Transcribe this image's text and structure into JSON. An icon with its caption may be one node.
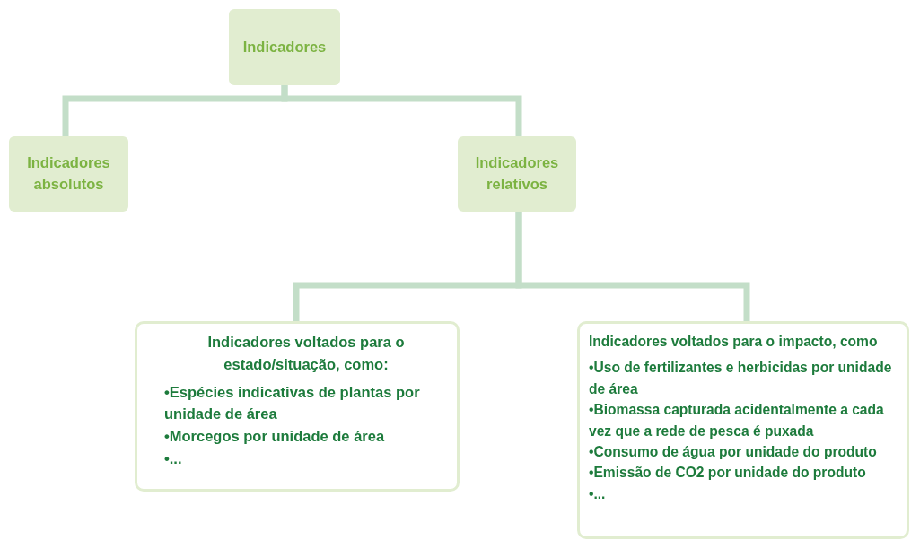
{
  "diagram": {
    "nodes": [
      {
        "text": [
          "Indicadores"
        ]
      },
      {
        "text": [
          "Indicadores absolutos"
        ]
      },
      {
        "text": [
          "Indicadores relativos"
        ]
      },
      {
        "text": [
          "Indicadores voltados para o estado/situação, como:",
          "•Espécies indicativas de plantas por unidade de área",
          "•Morcegos por unidade de área",
          "•..."
        ]
      },
      {
        "text": [
          "Indicadores voltados para o impacto, como",
          "•Uso de fertilizantes e herbicidas por unidade de área",
          "•Biomassa capturada acidentalmente a cada vez que a rede de pesca é puxada",
          "•Consumo de água por unidade do produto",
          "•Emissão de CO2 por unidade do produto",
          "•..."
        ]
      }
    ],
    "edges": [
      {
        "from": 0,
        "to": 1,
        "arrow": "none"
      },
      {
        "from": 0,
        "to": 2,
        "arrow": "none"
      },
      {
        "from": 2,
        "to": 3,
        "arrow": "none"
      },
      {
        "from": 2,
        "to": 4,
        "arrow": "none"
      }
    ]
  }
}
